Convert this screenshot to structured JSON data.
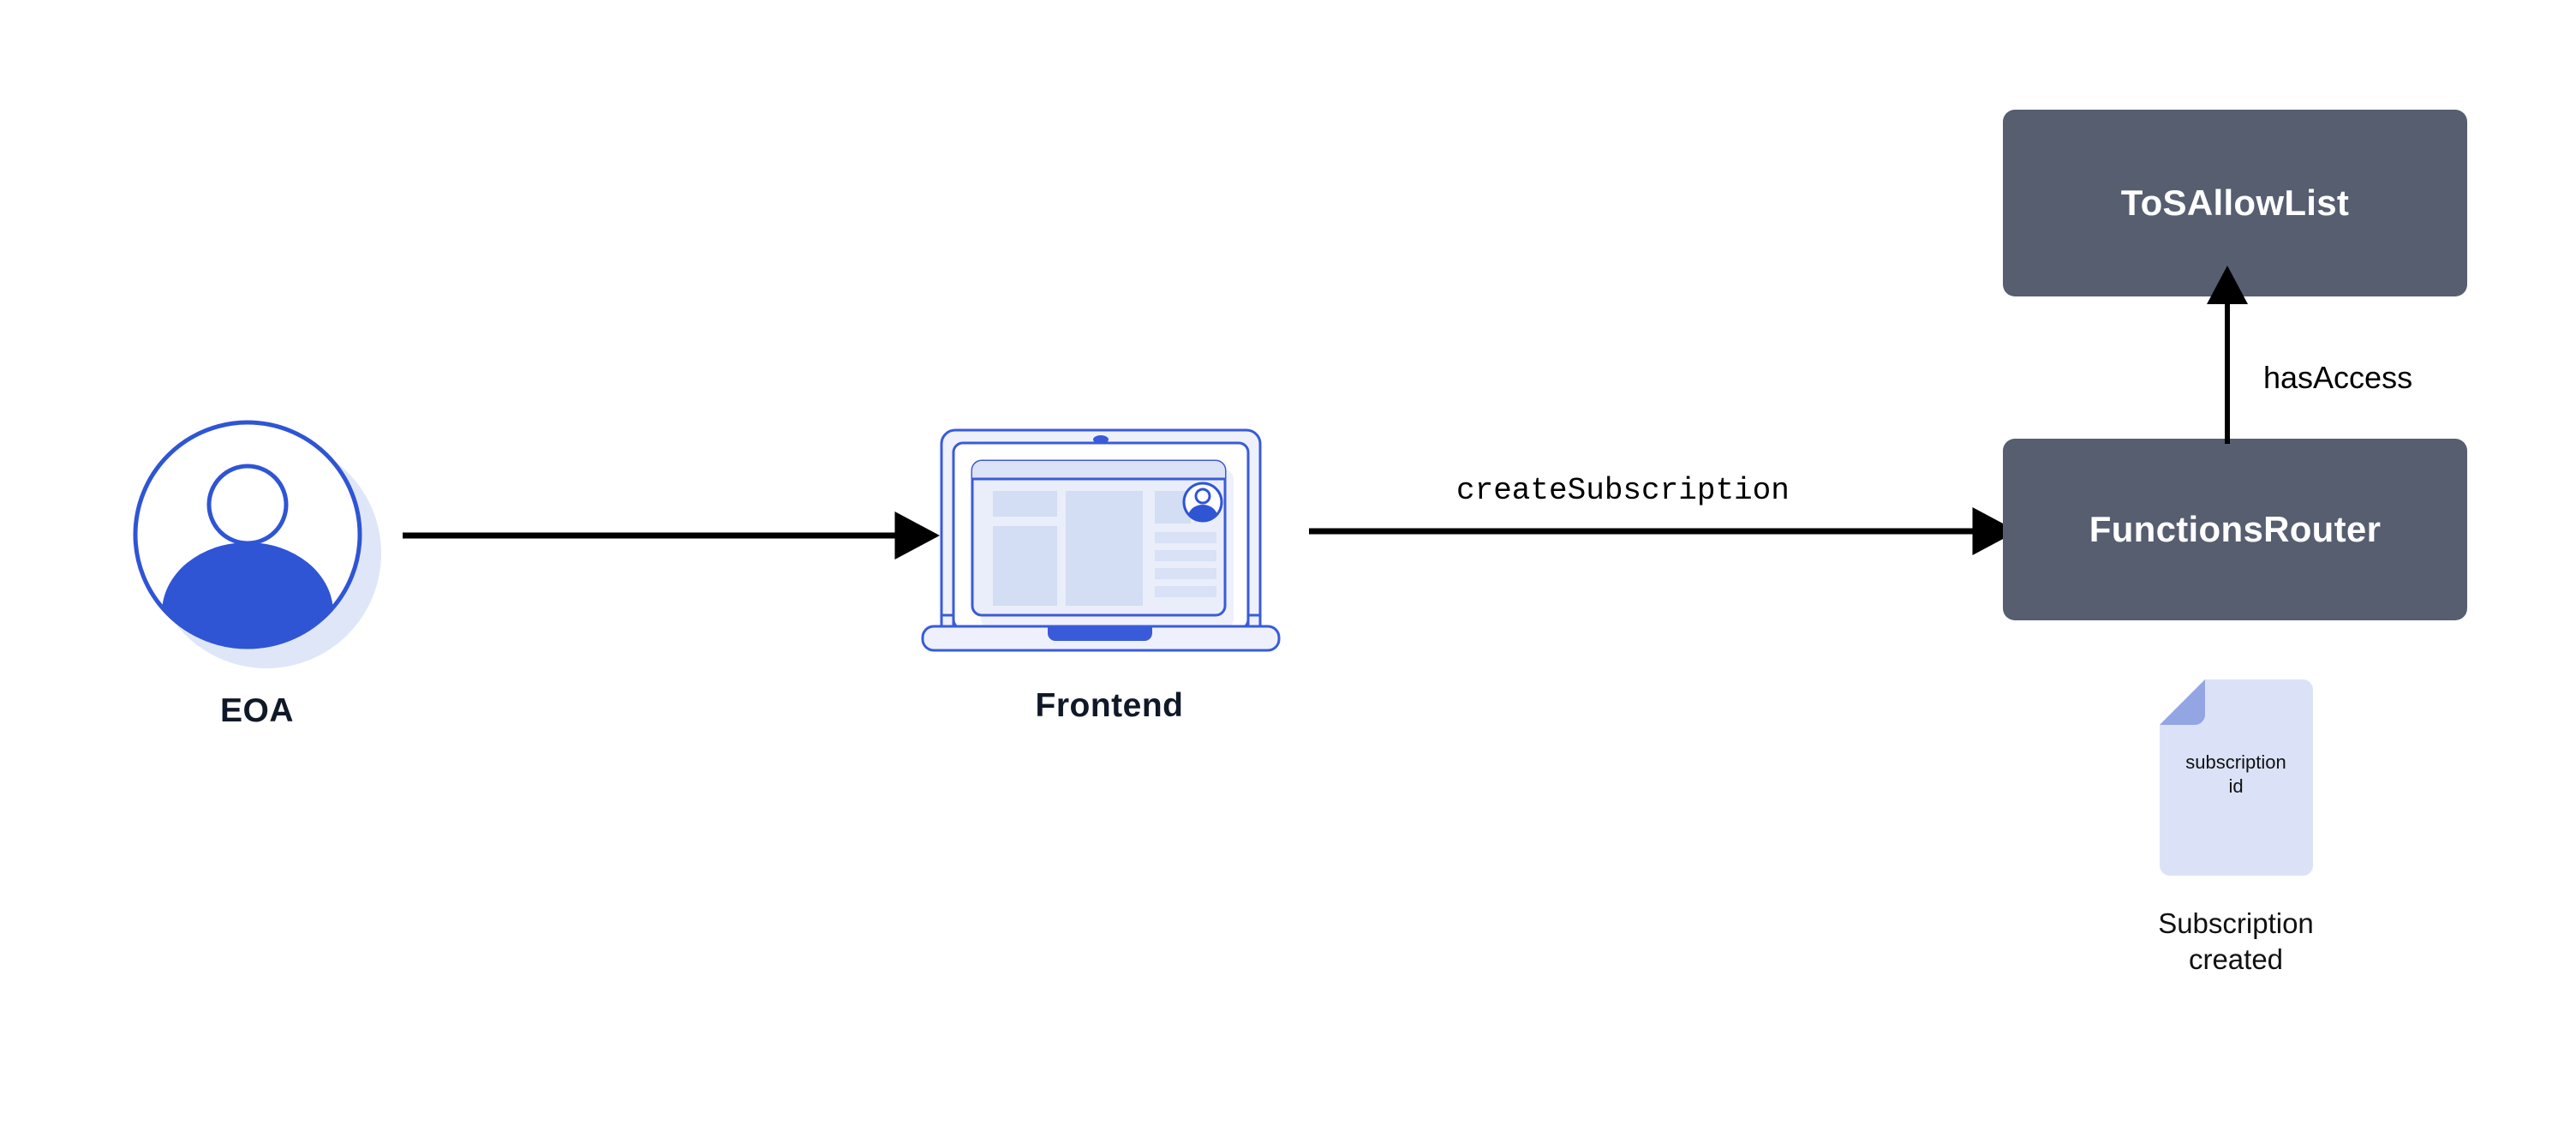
{
  "diagram": {
    "title": "Chainlink Functions subscription creation flow",
    "background_color": "#ffffff"
  },
  "colors": {
    "contract_box_fill": "#565e70",
    "contract_box_text": "#ffffff",
    "brand_blue": "#2f55d4",
    "brand_blue_light": "#dfe6f8",
    "doc_fill": "#dbe2f7",
    "doc_fold": "#93a5e3",
    "arrow_stroke": "#000000",
    "label_text": "#111827"
  },
  "actors": {
    "eoa": {
      "label": "EOA",
      "icon": "user-avatar-icon"
    },
    "frontend": {
      "label": "Frontend",
      "icon": "laptop-icon"
    }
  },
  "contracts": [
    {
      "id": "tos-allowlist",
      "label": "ToSAllowList"
    },
    {
      "id": "functions-router",
      "label": "FunctionsRouter"
    }
  ],
  "edges": [
    {
      "id": "eoa-to-frontend",
      "from": "EOA",
      "to": "Frontend",
      "label": "",
      "style": "solid-arrow"
    },
    {
      "id": "frontend-to-router",
      "from": "Frontend",
      "to": "FunctionsRouter",
      "label": "createSubscription",
      "style": "solid-arrow",
      "font": "monospace"
    },
    {
      "id": "router-to-tos",
      "from": "FunctionsRouter",
      "to": "ToSAllowList",
      "label": "hasAccess",
      "style": "solid-arrow",
      "font": "sans-serif"
    }
  ],
  "artifacts": {
    "subscription_doc": {
      "icon": "document-icon",
      "doc_text": "subscription\nid",
      "doc_text_line1": "subscription",
      "doc_text_line2": "id",
      "caption": "Subscription\ncreated"
    }
  }
}
